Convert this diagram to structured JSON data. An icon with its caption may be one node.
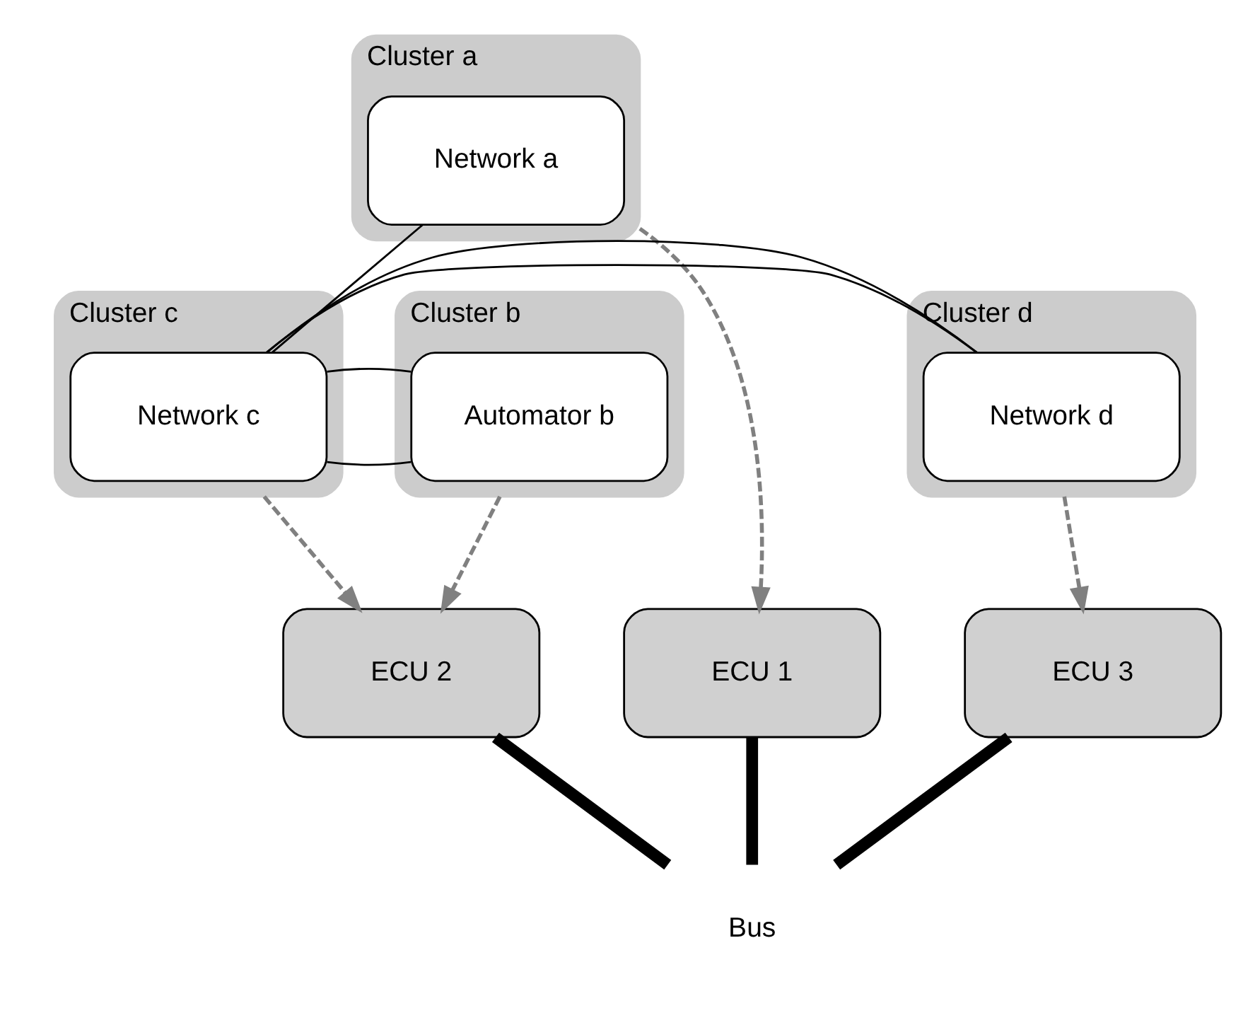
{
  "diagram": {
    "nodes": [
      {
        "text": [
          "Cluster a"
        ]
      },
      {
        "text": [
          "Network a"
        ],
        "in": 0
      },
      {
        "text": [
          "Cluster b"
        ]
      },
      {
        "text": [
          "Automator b"
        ],
        "in": 2
      },
      {
        "text": [
          "Cluster c"
        ]
      },
      {
        "text": [
          "Network c"
        ],
        "in": 4
      },
      {
        "text": [
          "Cluster d"
        ]
      },
      {
        "text": [
          "Network d"
        ],
        "in": 6
      },
      {
        "text": [
          "ECU 1"
        ]
      },
      {
        "text": [
          "ECU 2"
        ]
      },
      {
        "text": [
          "ECU 3"
        ]
      },
      {
        "text": [
          "Bus"
        ]
      }
    ],
    "edges": [
      {
        "from": 1,
        "to": 5,
        "arrow": "none"
      },
      {
        "from": 3,
        "to": 5,
        "arrow": "none"
      },
      {
        "from": 3,
        "to": 5,
        "arrow": "none"
      },
      {
        "from": 5,
        "to": 7,
        "arrow": "none"
      },
      {
        "from": 5,
        "to": 7,
        "arrow": "none"
      },
      {
        "from": 0,
        "to": 8,
        "arrow": "to",
        "style": "dashed",
        "color": "#808080"
      },
      {
        "from": 2,
        "to": 9,
        "arrow": "to",
        "style": "dashed",
        "color": "#808080"
      },
      {
        "from": 4,
        "to": 9,
        "arrow": "to",
        "style": "dashed",
        "color": "#808080"
      },
      {
        "from": 6,
        "to": 10,
        "arrow": "to",
        "style": "dashed",
        "color": "#808080"
      },
      {
        "from": 8,
        "to": 11,
        "arrow": "none",
        "style": "thick"
      },
      {
        "from": 9,
        "to": 11,
        "arrow": "none",
        "style": "thick"
      },
      {
        "from": 10,
        "to": 11,
        "arrow": "none",
        "style": "thick"
      }
    ]
  }
}
